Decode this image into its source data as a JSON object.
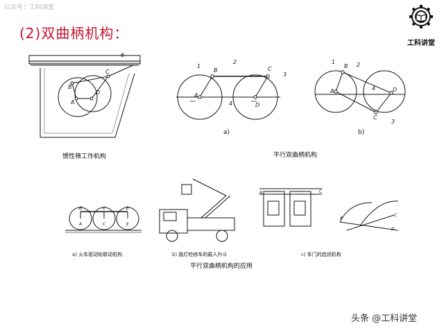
{
  "watermark": "公众号：工科讲堂",
  "title": "(2)双曲柄机构：",
  "logo_text": "工科讲堂",
  "captions": {
    "inertia": "惯性筛工作机构",
    "a_mark": "a)",
    "b_mark": "b)",
    "parallel": "平行双曲柄机构",
    "app_a": "a) 火车驱动轮联动机构",
    "app_b": "b) 路灯检修车的载人升斗",
    "app_c": "c) 车门的启闭机构",
    "app_title": "平行双曲柄机构的应用"
  },
  "footer": "头条 @工科讲堂",
  "icons": [
    "gear-icon",
    "book-icon"
  ]
}
